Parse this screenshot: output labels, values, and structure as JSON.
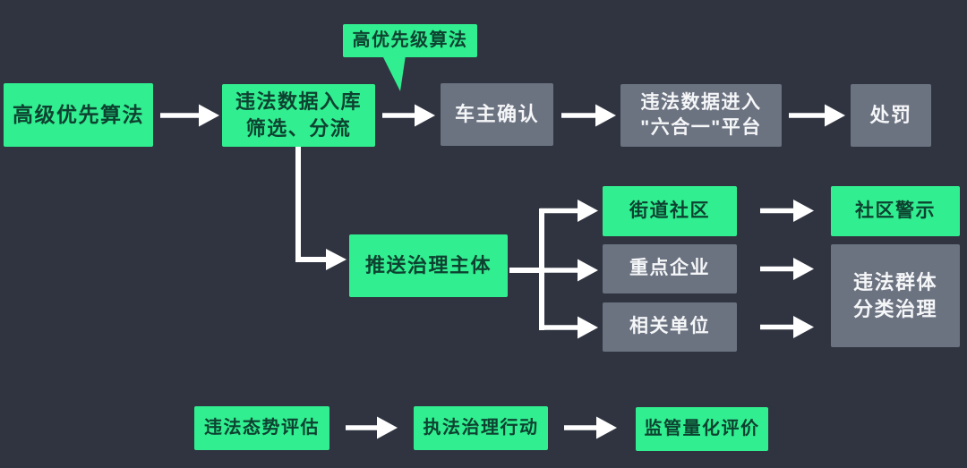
{
  "diagram": {
    "type": "flowchart",
    "background_color": "#2f3440",
    "colors": {
      "green_node_fill": "#31ef90",
      "green_node_text": "#0d4230",
      "gray_node_fill": "#6b7280",
      "gray_node_text": "#f5f6f8",
      "arrow": "#ffffff"
    },
    "nodes": {
      "advanced_priority": {
        "label": "高级优先算法",
        "type": "green"
      },
      "data_intake": {
        "label": "违法数据入库\n筛选、分流",
        "type": "green"
      },
      "high_priority_callout": {
        "label": "高优先级算法",
        "type": "green-callout"
      },
      "owner_confirm": {
        "label": "车主确认",
        "type": "gray"
      },
      "six_in_one_platform": {
        "label": "违法数据进入\n\"六合一\"平台",
        "type": "gray"
      },
      "punishment": {
        "label": "处罚",
        "type": "gray"
      },
      "push_governance": {
        "label": "推送治理主体",
        "type": "green"
      },
      "street_community": {
        "label": "街道社区",
        "type": "green"
      },
      "key_enterprise": {
        "label": "重点企业",
        "type": "gray"
      },
      "related_unit": {
        "label": "相关单位",
        "type": "gray"
      },
      "community_warning": {
        "label": "社区警示",
        "type": "green"
      },
      "group_classified_governance": {
        "label": "违法群体\n分类治理",
        "type": "gray"
      },
      "situation_assessment": {
        "label": "违法态势评估",
        "type": "green"
      },
      "enforcement_action": {
        "label": "执法治理行动",
        "type": "green"
      },
      "quantified_evaluation": {
        "label": "监管量化评价",
        "type": "green"
      }
    },
    "edges": [
      {
        "from": "advanced_priority",
        "to": "data_intake"
      },
      {
        "from": "high_priority_callout",
        "to": "data_intake",
        "style": "callout-tail"
      },
      {
        "from": "data_intake",
        "to": "owner_confirm"
      },
      {
        "from": "owner_confirm",
        "to": "six_in_one_platform"
      },
      {
        "from": "six_in_one_platform",
        "to": "punishment"
      },
      {
        "from": "data_intake",
        "to": "push_governance",
        "style": "elbow-down"
      },
      {
        "from": "push_governance",
        "to": "street_community",
        "style": "fan-out"
      },
      {
        "from": "push_governance",
        "to": "key_enterprise",
        "style": "fan-out"
      },
      {
        "from": "push_governance",
        "to": "related_unit",
        "style": "fan-out"
      },
      {
        "from": "street_community",
        "to": "community_warning"
      },
      {
        "from": "key_enterprise",
        "to": "group_classified_governance"
      },
      {
        "from": "related_unit",
        "to": "group_classified_governance"
      },
      {
        "from": "situation_assessment",
        "to": "enforcement_action"
      },
      {
        "from": "enforcement_action",
        "to": "quantified_evaluation"
      }
    ]
  }
}
